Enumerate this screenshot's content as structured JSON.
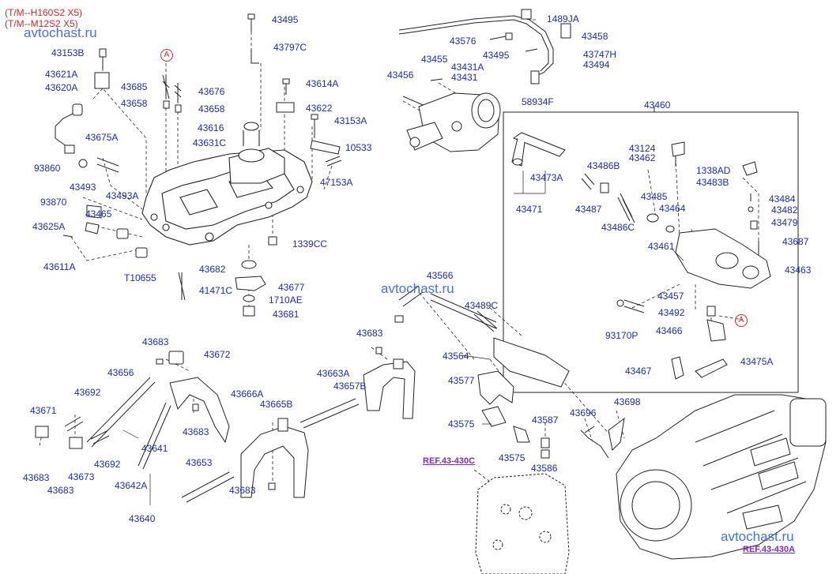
{
  "header": {
    "model_line_1": "(T/M--H160S2 X5)",
    "model_line_2": "(T/M--M12S2 X5)",
    "watermark_top": "avtochast.ru",
    "watermark_middle": "avtochast.ru",
    "watermark_bottom": "avtochast.ru"
  },
  "markers": {
    "a1": "A",
    "a2": "A"
  },
  "references": {
    "ref_c": "REF.43-430C",
    "ref_a": "REF.43-430A"
  },
  "parts": {
    "p43153B_l": "43153B",
    "p43621A": "43621A",
    "p43620A": "43620A",
    "p43685": "43685",
    "p43658_a": "43658",
    "p43676": "43676",
    "p43658_b": "43658",
    "p43495_t": "43495",
    "p43797C": "43797C",
    "p43614A": "43614A",
    "p43622": "43622",
    "p43153A": "43153A",
    "p10533": "10533",
    "p43616": "43616",
    "p43631C": "43631C",
    "p43675A": "43675A",
    "p93860": "93860",
    "p43493": "43493",
    "p43493A": "43493A",
    "p93870": "93870",
    "p43465": "43465",
    "p43625A": "43625A",
    "p43611A": "43611A",
    "p47153A": "47153A",
    "p1339CC": "1339CC",
    "pT10655": "T10655",
    "p43682": "43682",
    "p43677": "43677",
    "p41471C": "41471C",
    "p1710AE": "1710AE",
    "p43681": "43681",
    "p1489JA": "1489JA",
    "p43576": "43576",
    "p43458": "43458",
    "p43495_r": "43495",
    "p43747H": "43747H",
    "p43494": "43494",
    "p43455": "43455",
    "p43431A": "43431A",
    "p43431": "43431",
    "p43456": "43456",
    "p58934F": "58934F",
    "p43460": "43460",
    "p43124": "43124",
    "p43462": "43462",
    "p43486B": "43486B",
    "p1338AD": "1338AD",
    "p43483B": "43483B",
    "p43473A": "43473A",
    "p43484": "43484",
    "p43485": "43485",
    "p43482": "43482",
    "p43471": "43471",
    "p43487": "43487",
    "p43464": "43464",
    "p43479": "43479",
    "p43486C": "43486C",
    "p43461": "43461",
    "p43687": "43687",
    "p43463": "43463",
    "p43566": "43566",
    "p43457": "43457",
    "p43489C": "43489C",
    "p43492": "43492",
    "p93170P": "93170P",
    "p43466": "43466",
    "p43467": "43467",
    "p43475A": "43475A",
    "p43683_a": "43683",
    "p43672": "43672",
    "p43656": "43656",
    "p43683_m": "43683",
    "p43663A": "43663A",
    "p43657B": "43657B",
    "p43564": "43564",
    "p43692_a": "43692",
    "p43666A": "43666A",
    "p43671": "43671",
    "p43577": "43577",
    "p43665B": "43665B",
    "p43683_b": "43683",
    "p43587": "43587",
    "p43696": "43696",
    "p43698": "43698",
    "p43575_a": "43575",
    "p43575_b": "43575",
    "p43641": "43641",
    "p43673": "43673",
    "p43692_b": "43692",
    "p43653": "43653",
    "p43586": "43586",
    "p43683_c": "43683",
    "p43683_d": "43683",
    "p43642A": "43642A",
    "p43683_e": "43683",
    "p43640": "43640"
  }
}
